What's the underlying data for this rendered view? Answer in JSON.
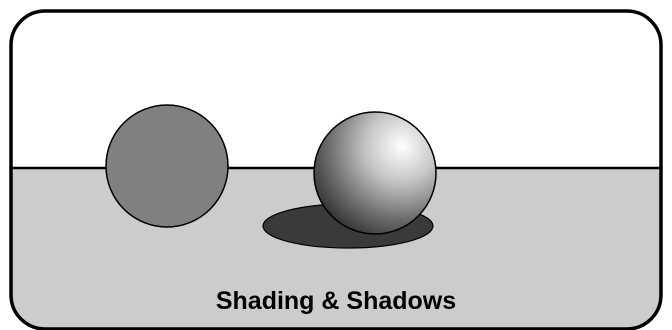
{
  "caption": "Shading & Shadows",
  "colors": {
    "background": "#ffffff",
    "floor": "#cccccc",
    "frame": "#000000",
    "flat_sphere": "#808080",
    "shadow": "#3a3a3a",
    "sphere_highlight": "#ffffff",
    "sphere_dark": "#2a2a2a"
  },
  "objects": [
    {
      "name": "flat-shaded-sphere",
      "shading": "flat"
    },
    {
      "name": "gradient-shaded-sphere",
      "shading": "gradient"
    },
    {
      "name": "cast-shadow",
      "shading": "solid"
    }
  ]
}
